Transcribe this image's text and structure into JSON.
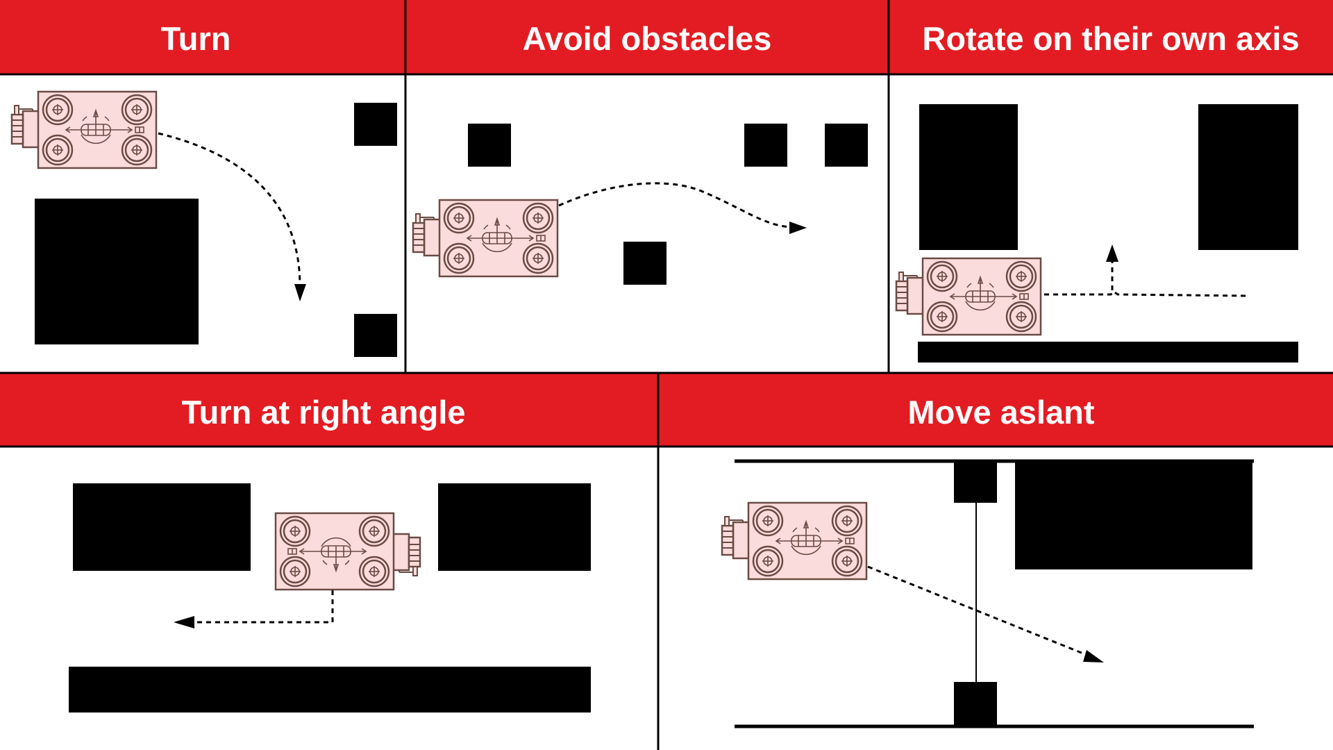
{
  "panels": {
    "turn": {
      "title": "Turn"
    },
    "avoid": {
      "title": "Avoid obstacles"
    },
    "rotate": {
      "title": "Rotate on their own axis"
    },
    "right_angle": {
      "title": "Turn at right angle"
    },
    "aslant": {
      "title": "Move aslant"
    }
  },
  "icons": {
    "robot": "mecanum-robot-icon",
    "obstacle": "obstacle-block",
    "path": "dashed-path-arrow"
  },
  "colors": {
    "header": "#e31c23",
    "header_text": "#ffffff",
    "robot_fill": "#fbdcdc",
    "robot_stroke": "#6b4a44",
    "obstacle": "#000000",
    "background": "#ffffff"
  }
}
